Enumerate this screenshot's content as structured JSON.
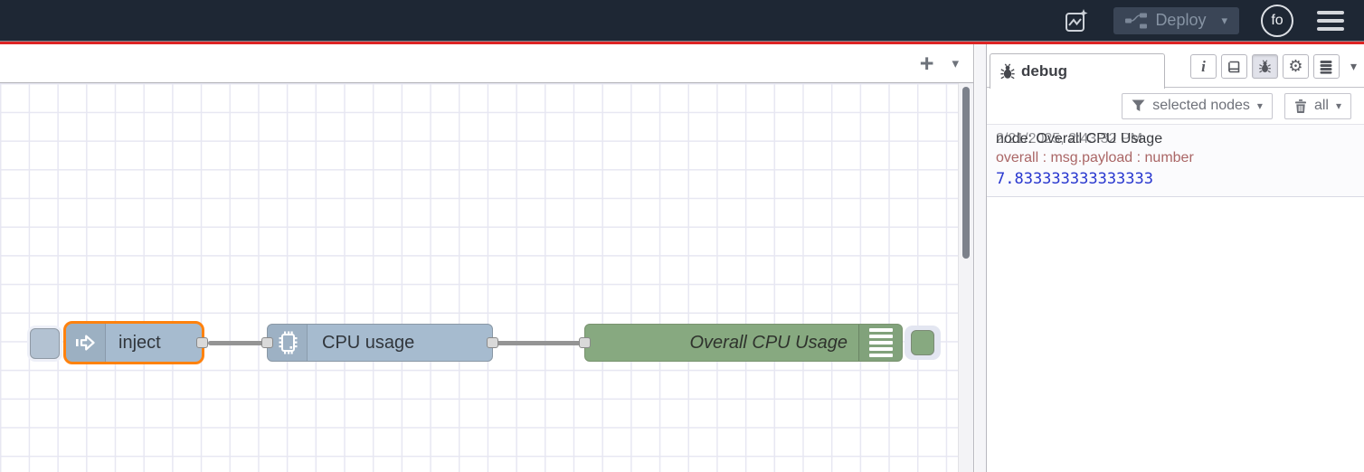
{
  "header": {
    "deploy": {
      "label": "Deploy"
    },
    "avatar": {
      "initials": "fo"
    }
  },
  "workspace": {
    "tabbar": {
      "add_label": "+"
    }
  },
  "flow": {
    "nodes": [
      {
        "type": "inject",
        "label": "inject",
        "selected": true
      },
      {
        "type": "cpu",
        "label": "CPU usage"
      },
      {
        "type": "debug",
        "label": "Overall CPU Usage"
      }
    ]
  },
  "sidebar": {
    "tab": {
      "label": "debug"
    },
    "filter": {
      "selected_nodes_label": "selected nodes",
      "clear_label": "all"
    },
    "messages": [
      {
        "timestamp": "2/21/2025, 2:43:32 PM",
        "node": "node: Overall CPU Usage",
        "property": "overall : msg.payload : number",
        "value": "7.833333333333333"
      }
    ]
  },
  "icons": {
    "caret_down": "▾",
    "info_glyph": "i",
    "gear_glyph": "⚙"
  },
  "colors": {
    "header_bg": "#1e2734",
    "deploy_red_line": "#dd2424",
    "node_blue": "#a6bbcf",
    "node_green": "#87a980",
    "selection_orange": "#ff820e",
    "debug_property_text": "#aa6666",
    "debug_number_text": "#2837cf"
  }
}
